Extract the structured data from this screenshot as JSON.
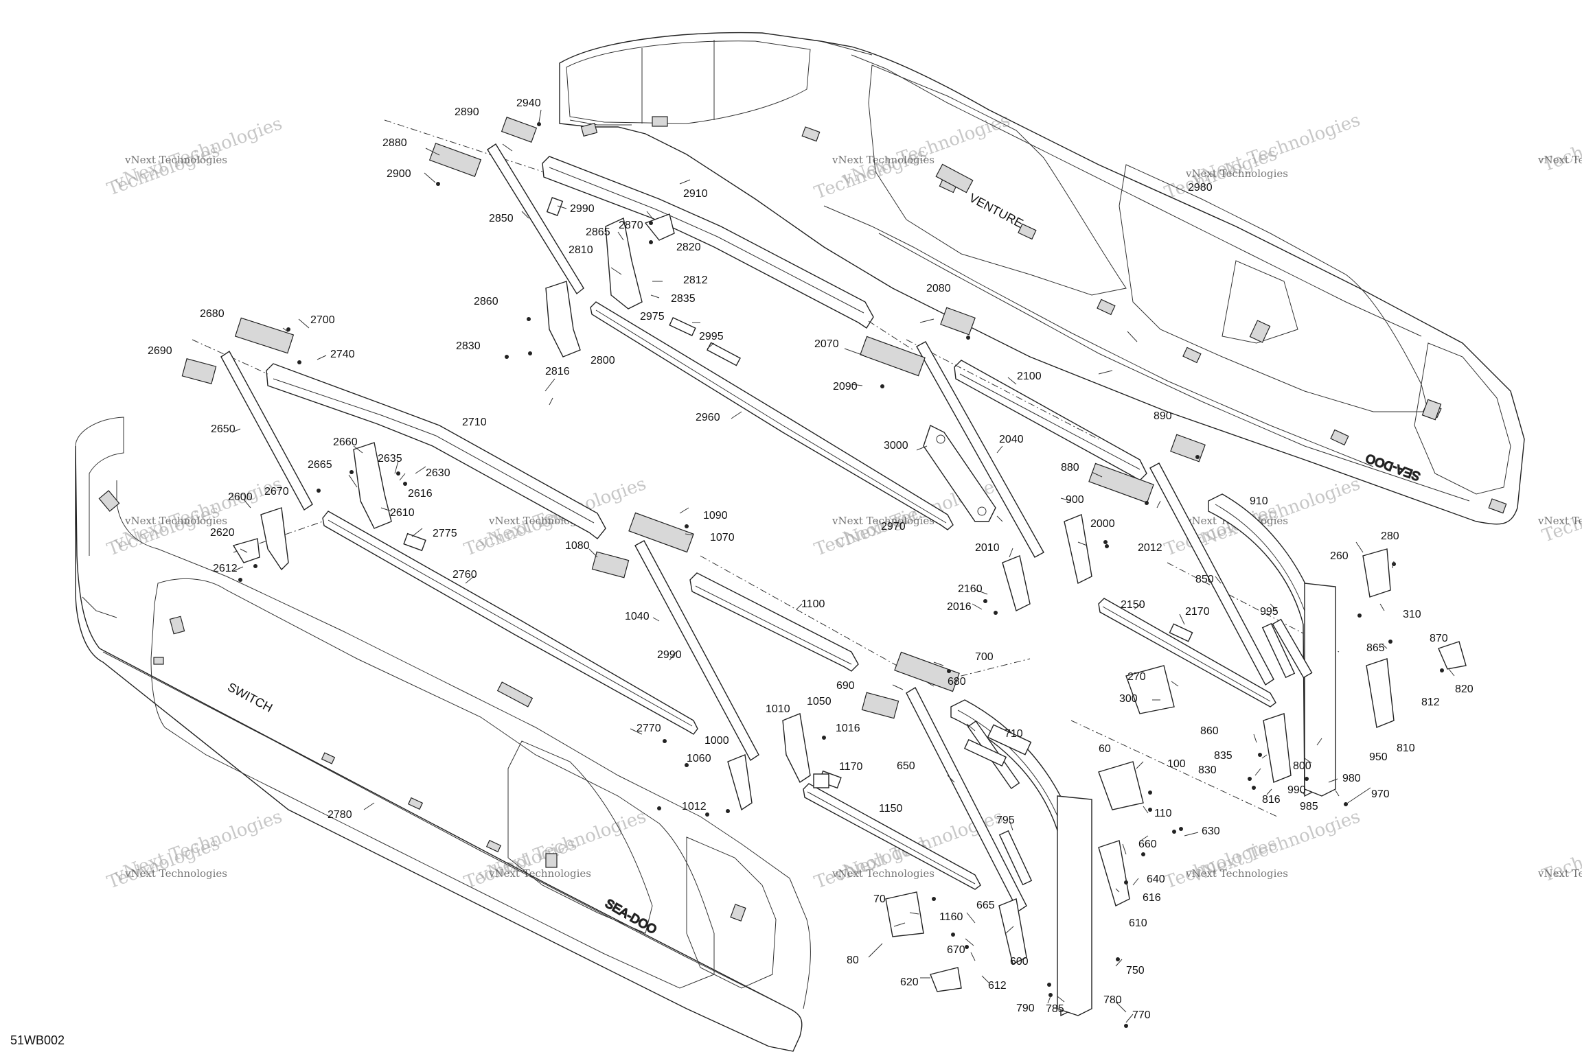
{
  "diagram_code": "51WB002",
  "watermark": {
    "line1": "vNext Technologies",
    "line2": "Technologies",
    "small": "vNext Technologies"
  },
  "panel_logos": {
    "back": "SEA-DOO",
    "front": "SEA-DOO",
    "model_back": "VENTURE",
    "model_front": "SWITCH"
  },
  "callouts": {
    "c2890": "2890",
    "c2940": "2940",
    "c2880": "2880",
    "c2900": "2900",
    "c2980": "2980",
    "c2910": "2910",
    "c2990a": "2990",
    "c2850": "2850",
    "c2865": "2865",
    "c2870": "2870",
    "c2820": "2820",
    "c2810": "2810",
    "c2812": "2812",
    "c2835": "2835",
    "c2860": "2860",
    "c2975": "2975",
    "c2995": "2995",
    "c2830": "2830",
    "c2800": "2800",
    "c2816": "2816",
    "c2960": "2960",
    "c2680": "2680",
    "c2700": "2700",
    "c2690": "2690",
    "c2740": "2740",
    "c2710": "2710",
    "c2650": "2650",
    "c2660": "2660",
    "c2665": "2665",
    "c2635": "2635",
    "c2630": "2630",
    "c2616": "2616",
    "c2670": "2670",
    "c2600": "2600",
    "c2610": "2610",
    "c2620": "2620",
    "c2612": "2612",
    "c2775": "2775",
    "c2760": "2760",
    "c2770": "2770",
    "c2780": "2780",
    "c2080": "2080",
    "c2070": "2070",
    "c2090": "2090",
    "c2100": "2100",
    "c3000": "3000",
    "c2040": "2040",
    "c2970": "2970",
    "c890": "890",
    "c880": "880",
    "c900": "900",
    "c910": "910",
    "c2000": "2000",
    "c2012": "2012",
    "c2010": "2010",
    "c2160": "2160",
    "c2016": "2016",
    "c2150": "2150",
    "c2170": "2170",
    "c850": "850",
    "c995": "995",
    "c260": "260",
    "c280": "280",
    "c310": "310",
    "c865": "865",
    "c870": "870",
    "c820": "820",
    "c812": "812",
    "c270": "270",
    "c300": "300",
    "c860": "860",
    "c835": "835",
    "c830": "830",
    "c816": "816",
    "c800": "800",
    "c990b": "990",
    "c985": "985",
    "c980": "980",
    "c970": "970",
    "c950": "950",
    "c810": "810",
    "c1090": "1090",
    "c1070": "1070",
    "c1080": "1080",
    "c1100": "1100",
    "c1040": "1040",
    "c2990b": "2990",
    "c700": "700",
    "c680": "680",
    "c690": "690",
    "c710": "710",
    "c650": "650",
    "c1010": "1010",
    "c1050": "1050",
    "c1016": "1016",
    "c1000": "1000",
    "c1060": "1060",
    "c1170": "1170",
    "c1012": "1012",
    "c1150": "1150",
    "c60": "60",
    "c100": "100",
    "c110": "110",
    "c795": "795",
    "c660": "660",
    "c630": "630",
    "c640": "640",
    "c616": "616",
    "c610": "610",
    "c70": "70",
    "c1160": "1160",
    "c665": "665",
    "c670": "670",
    "c600": "600",
    "c80": "80",
    "c620": "620",
    "c612": "612",
    "c750": "750",
    "c790": "790",
    "c785": "785",
    "c780": "780",
    "c770": "770"
  }
}
